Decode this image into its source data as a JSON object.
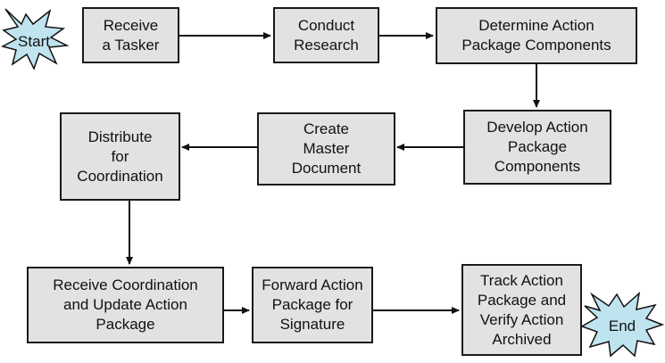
{
  "colors": {
    "box_fill": "#e2e2e2",
    "box_border": "#1a1a1a",
    "burst_fill": "#bfe3ef",
    "arrow": "#111111"
  },
  "terminals": {
    "start": "Start",
    "end": "End"
  },
  "steps": [
    {
      "id": "receive-tasker",
      "lines": [
        "Receive",
        "a Tasker"
      ]
    },
    {
      "id": "conduct-research",
      "lines": [
        "Conduct",
        "Research"
      ]
    },
    {
      "id": "determine-components",
      "lines": [
        "Determine Action",
        "Package Components"
      ]
    },
    {
      "id": "develop-components",
      "lines": [
        "Develop Action",
        "Package",
        "Components"
      ]
    },
    {
      "id": "create-master-document",
      "lines": [
        "Create",
        "Master",
        "Document"
      ]
    },
    {
      "id": "distribute-for-coordination",
      "lines": [
        "Distribute",
        "for",
        "Coordination"
      ]
    },
    {
      "id": "receive-coordination",
      "lines": [
        "Receive Coordination",
        "and Update Action",
        "Package"
      ]
    },
    {
      "id": "forward-for-signature",
      "lines": [
        "Forward Action",
        "Package for",
        "Signature"
      ]
    },
    {
      "id": "track-and-verify",
      "lines": [
        "Track Action",
        "Package and",
        "Verify Action",
        "Archived"
      ]
    }
  ]
}
